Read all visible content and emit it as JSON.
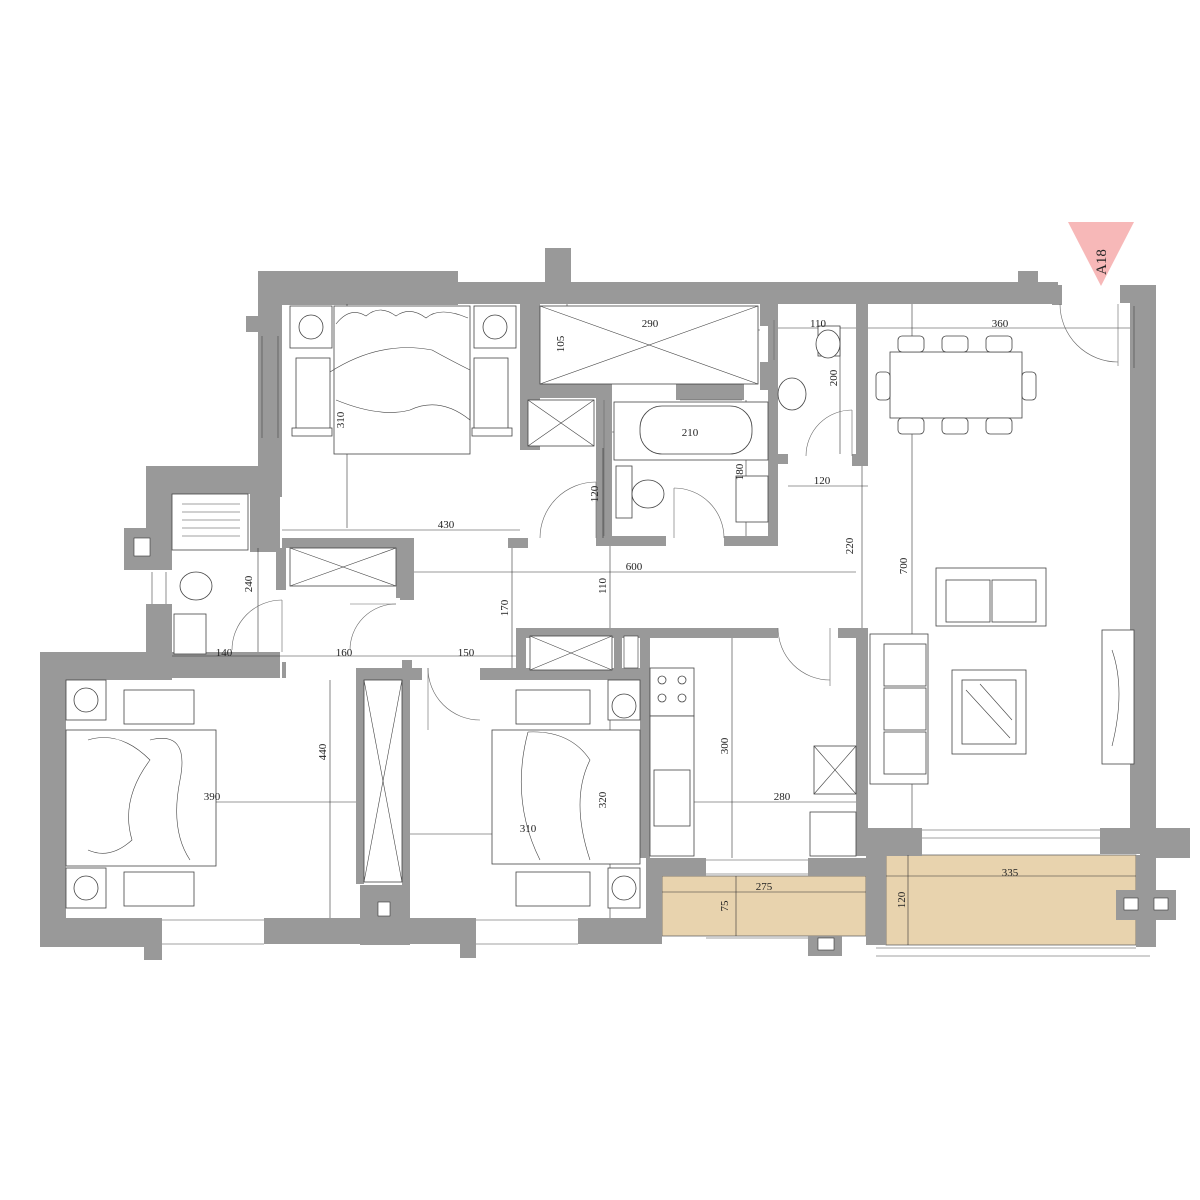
{
  "plan": {
    "marker_label": "A18",
    "colors": {
      "wall": "#999999",
      "balcony": "#e8d3ae",
      "marker": "#f7b8b8",
      "line": "#333333"
    },
    "dimensions": {
      "d290": "290",
      "d110_top": "110",
      "d360": "360",
      "d105": "105",
      "d200": "200",
      "d310_bed": "310",
      "d210": "210",
      "d180": "180",
      "d120_hall": "120",
      "d120_corr": "120",
      "d430": "430",
      "d220": "220",
      "d240": "240",
      "d600": "600",
      "d700": "700",
      "d110_corr": "110",
      "d170": "170",
      "d140": "140",
      "d160": "160",
      "d150": "150",
      "d440": "440",
      "d390": "390",
      "d300": "300",
      "d320": "320",
      "d310_bed2": "310",
      "d280": "280",
      "d275": "275",
      "d75": "75",
      "d335": "335",
      "d120_balc": "120"
    }
  }
}
